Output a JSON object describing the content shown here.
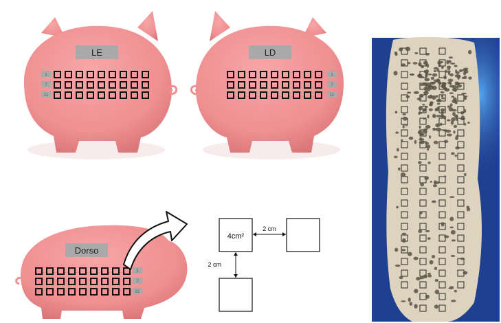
{
  "figure": {
    "pig_left_label": "LE",
    "pig_right_label": "LD",
    "pig_back_label": "Dorso",
    "row_labels": [
      "1",
      "7",
      "11"
    ],
    "row_labels_back": [
      "1",
      "7",
      "21"
    ],
    "grid_rows": 3,
    "grid_cols": 9,
    "square_area_label": "4cm²",
    "spacing_horizontal_label": "2 cm",
    "spacing_vertical_label": "2 cm"
  },
  "colors": {
    "pig_pink": "#ef8f91",
    "pig_shadow": "#e07a7d",
    "label_gray": "#a9a9a9",
    "photo_blue": "#1f3f8f",
    "skin": "#ddd3bf"
  }
}
